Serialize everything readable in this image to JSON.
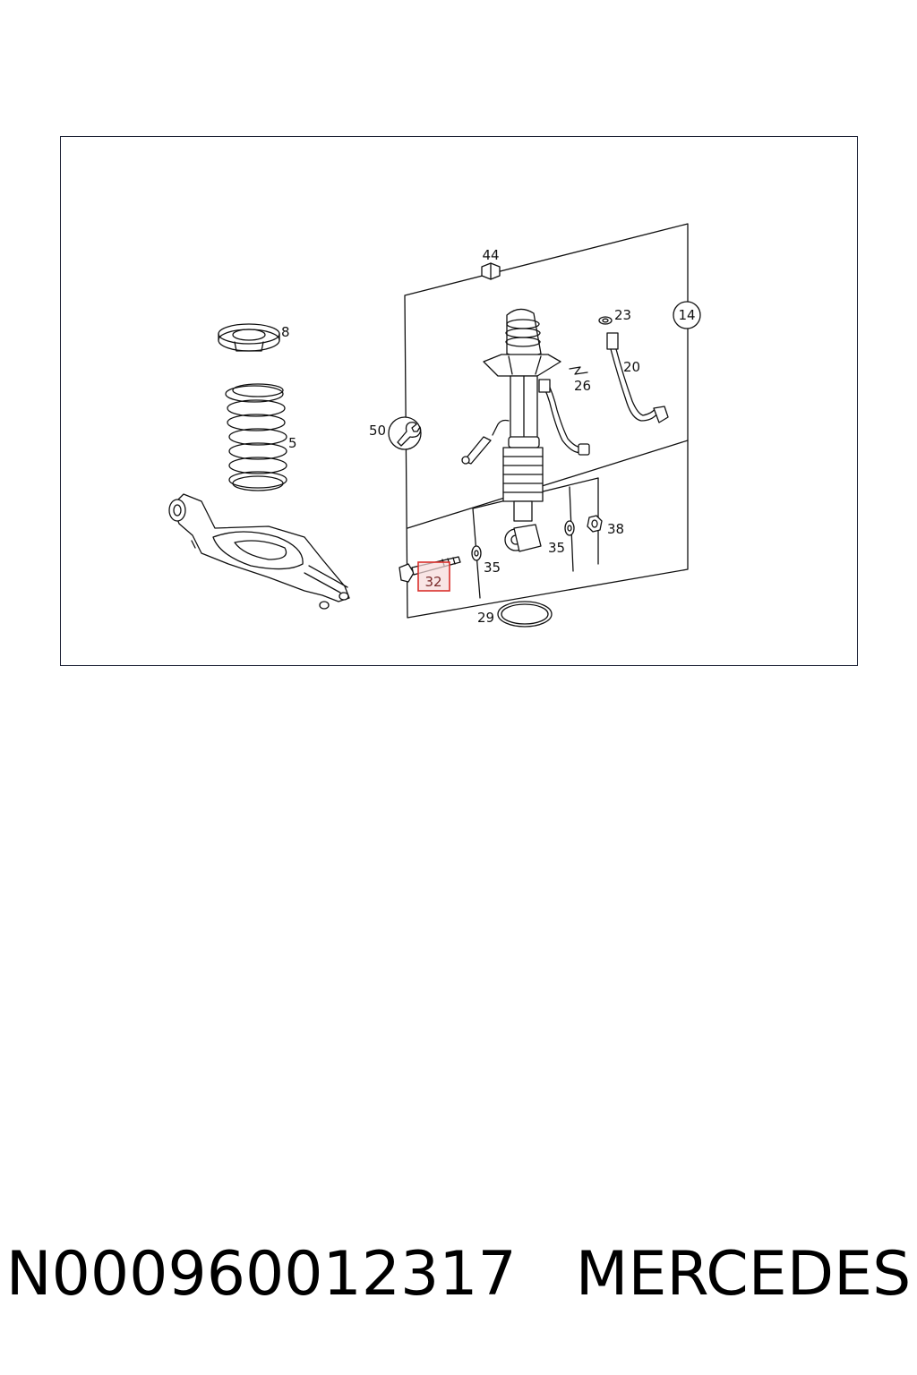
{
  "diagram": {
    "labels": {
      "p44": "44",
      "p14": "14",
      "p23": "23",
      "p8": "8",
      "p20": "20",
      "p26": "26",
      "p5": "5",
      "p50": "50",
      "p38": "38",
      "p35a": "35",
      "p35b": "35",
      "p32": "32",
      "p29": "29"
    },
    "highlighted_part": "32",
    "colors": {
      "frame": "#1a1f33",
      "line": "#111111",
      "highlight_stroke": "#d9302c",
      "highlight_fill": "#f6dada"
    }
  },
  "footer": {
    "part_number": "N000960012317",
    "brand": "MERCEDES"
  }
}
